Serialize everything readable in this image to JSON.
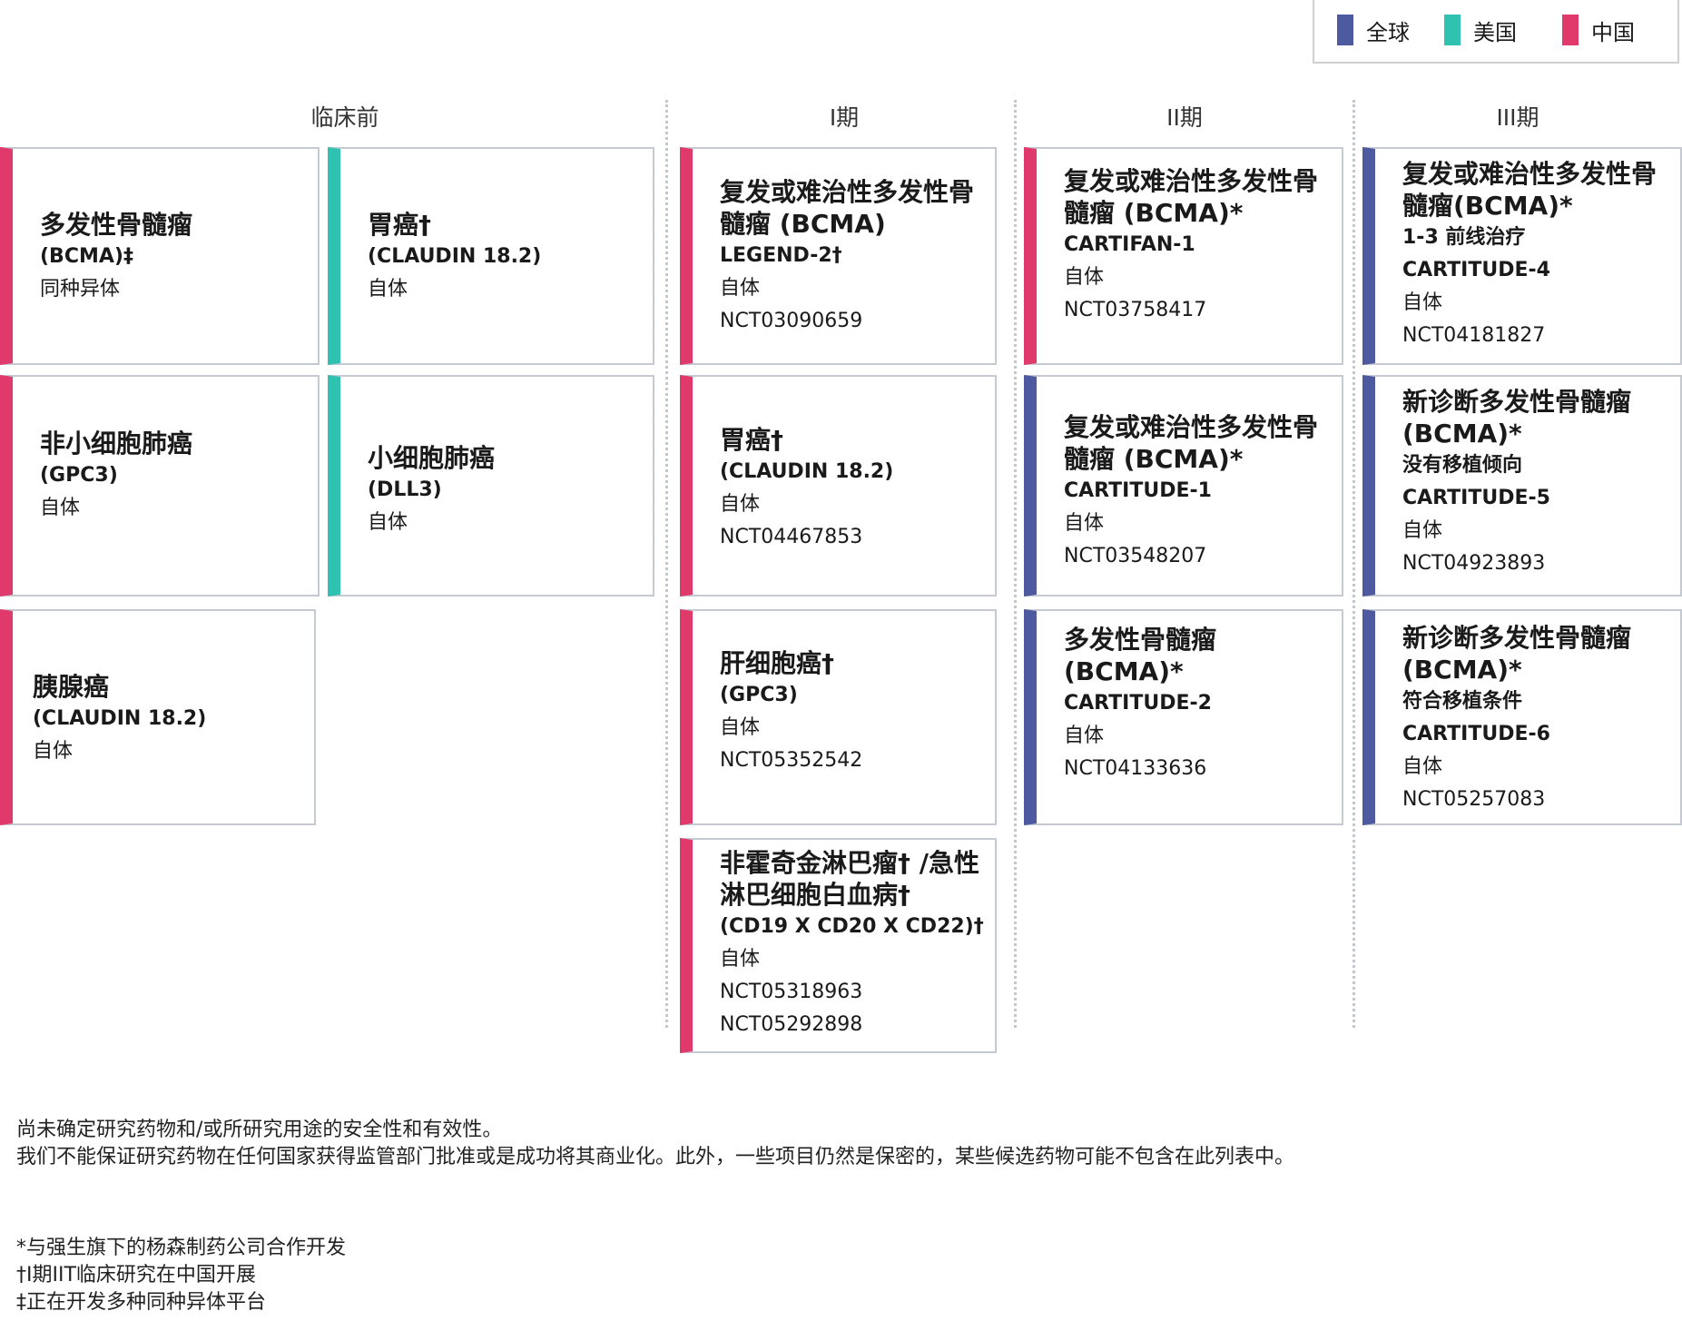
{
  "legend": [
    {
      "label": "全球",
      "color": "#4e5aa0"
    },
    {
      "label": "美国",
      "color": "#2fc2b0"
    },
    {
      "label": "中国",
      "color": "#e0396b"
    }
  ],
  "stages": [
    "临床前",
    "I期",
    "II期",
    "III期"
  ],
  "cards": {
    "pre_mm": {
      "title": "多发性骨髓瘤",
      "lines": [
        "(BCMA)‡",
        "同种异体"
      ]
    },
    "pre_gastric": {
      "title": "胃癌†",
      "lines": [
        "(CLAUDIN 18.2)",
        "自体"
      ]
    },
    "pre_nsclc": {
      "title": "非小细胞肺癌",
      "lines": [
        "(GPC3)",
        "自体"
      ]
    },
    "pre_sclc": {
      "title": "小细胞肺癌",
      "lines": [
        "(DLL3)",
        "自体"
      ]
    },
    "pre_pancreas": {
      "title": "胰腺癌",
      "lines": [
        "(CLAUDIN 18.2)",
        "自体"
      ]
    },
    "p1_rrmm": {
      "title": "复发或难治性多发性骨髓瘤 (BCMA)",
      "lines": [
        "LEGEND-2†",
        "自体",
        "NCT03090659"
      ]
    },
    "p1_gastric": {
      "title": "胃癌†",
      "lines": [
        "(CLAUDIN 18.2)",
        "自体",
        "NCT04467853"
      ]
    },
    "p1_hcc": {
      "title": "肝细胞癌†",
      "lines": [
        "(GPC3)",
        "自体",
        "NCT05352542"
      ]
    },
    "p1_nhl": {
      "title": "非霍奇金淋巴瘤† /急性淋巴细胞白血病†",
      "lines": [
        "(CD19 X CD20 X CD22)†",
        "自体",
        "NCT05318963",
        "NCT05292898"
      ]
    },
    "p2_cartifan": {
      "title": "复发或难治性多发性骨髓瘤 (BCMA)*",
      "lines": [
        "CARTIFAN-1",
        "自体",
        "NCT03758417"
      ]
    },
    "p2_cartitude1": {
      "title": "复发或难治性多发性骨髓瘤 (BCMA)*",
      "lines": [
        "CARTITUDE-1",
        "自体",
        "NCT03548207"
      ]
    },
    "p2_cartitude2": {
      "title": "多发性骨髓瘤 (BCMA)*",
      "lines": [
        "CARTITUDE-2",
        "自体",
        "NCT04133636"
      ]
    },
    "p3_cartitude4": {
      "title": "复发或难治性多发性骨髓瘤(BCMA)*",
      "lines": [
        "1-3 前线治疗",
        "CARTITUDE-4",
        "自体",
        "NCT04181827"
      ]
    },
    "p3_cartitude5": {
      "title": "新诊断多发性骨髓瘤 (BCMA)*",
      "lines": [
        "没有移植倾向",
        "CARTITUDE-5",
        "自体",
        "NCT04923893"
      ]
    },
    "p3_cartitude6": {
      "title": "新诊断多发性骨髓瘤 (BCMA)*",
      "lines": [
        "符合移植条件",
        "CARTITUDE-6",
        "自体",
        "NCT05257083"
      ]
    }
  },
  "disclaimer": [
    "尚未确定研究药物和/或所研究用途的安全性和有效性。",
    "我们不能保证研究药物在任何国家获得监管部门批准或是成功将其商业化。此外，一些项目仍然是保密的，某些候选药物可能不包含在此列表中。"
  ],
  "footnotes": [
    "*与强生旗下的杨森制药公司合作开发",
    "†I期IIT临床研究在中国开展",
    "‡正在开发多种同种异体平台"
  ]
}
